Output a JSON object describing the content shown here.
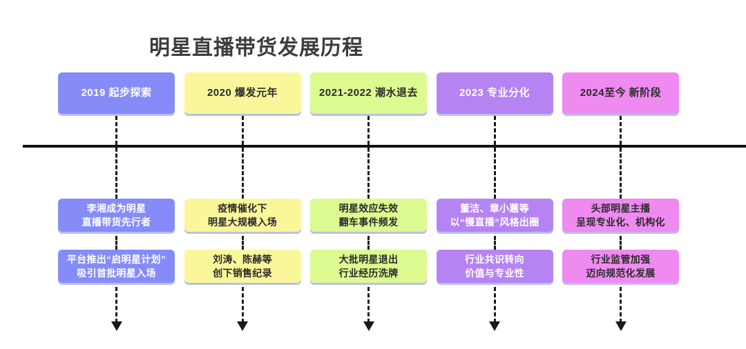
{
  "title": "明星直播带货发展历程",
  "theme": {
    "background": "#ffffff",
    "title_color": "#3c3c3c",
    "axis_color": "#111111",
    "dash_color": "#1a1a1a",
    "shadow_color": "#b9bdf0"
  },
  "timeline": {
    "columns": [
      {
        "header": "2019 起步探索",
        "header_bg": "#858CF8",
        "header_text_color": "#ffffff",
        "cards": [
          {
            "text": "李湘成为明星\n直播带货先行者",
            "bg": "#858CF8",
            "text_color": "#ffffff"
          },
          {
            "text": "平台推出“启明星计划”\n吸引首批明星入场",
            "bg": "#858CF8",
            "text_color": "#ffffff"
          }
        ]
      },
      {
        "header": "2020 爆发元年",
        "header_bg": "#FAF79A",
        "header_text_color": "#2b2b2b",
        "cards": [
          {
            "text": "疫情催化下\n明星大规模入场",
            "bg": "#FAF79A",
            "text_color": "#2b2b2b"
          },
          {
            "text": "刘涛、陈赫等\n创下销售纪录",
            "bg": "#FAF79A",
            "text_color": "#2b2b2b"
          }
        ]
      },
      {
        "header": "2021-2022 潮水退去",
        "header_bg": "#DCFA90",
        "header_text_color": "#2b2b2b",
        "cards": [
          {
            "text": "明星效应失效\n翻车事件频发",
            "bg": "#DCFA90",
            "text_color": "#2b2b2b"
          },
          {
            "text": "大批明星退出\n行业经历洗牌",
            "bg": "#DCFA90",
            "text_color": "#2b2b2b"
          }
        ]
      },
      {
        "header": "2023 专业分化",
        "header_bg": "#B583F2",
        "header_text_color": "#ffffff",
        "cards": [
          {
            "text": "董洁、章小蕙等\n以“慢直播”风格出圈",
            "bg": "#B583F2",
            "text_color": "#ffffff"
          },
          {
            "text": "行业共识转向\n价值与专业性",
            "bg": "#B583F2",
            "text_color": "#ffffff"
          }
        ]
      },
      {
        "header": "2024至今 新阶段",
        "header_bg": "#EE8AF0",
        "header_text_color": "#2b2b2b",
        "cards": [
          {
            "text": "头部明星主播\n呈现专业化、机构化",
            "bg": "#EE8AF0",
            "text_color": "#2b2b2b"
          },
          {
            "text": "行业监管加强\n迈向规范化发展",
            "bg": "#EE8AF0",
            "text_color": "#2b2b2b"
          }
        ]
      }
    ]
  }
}
